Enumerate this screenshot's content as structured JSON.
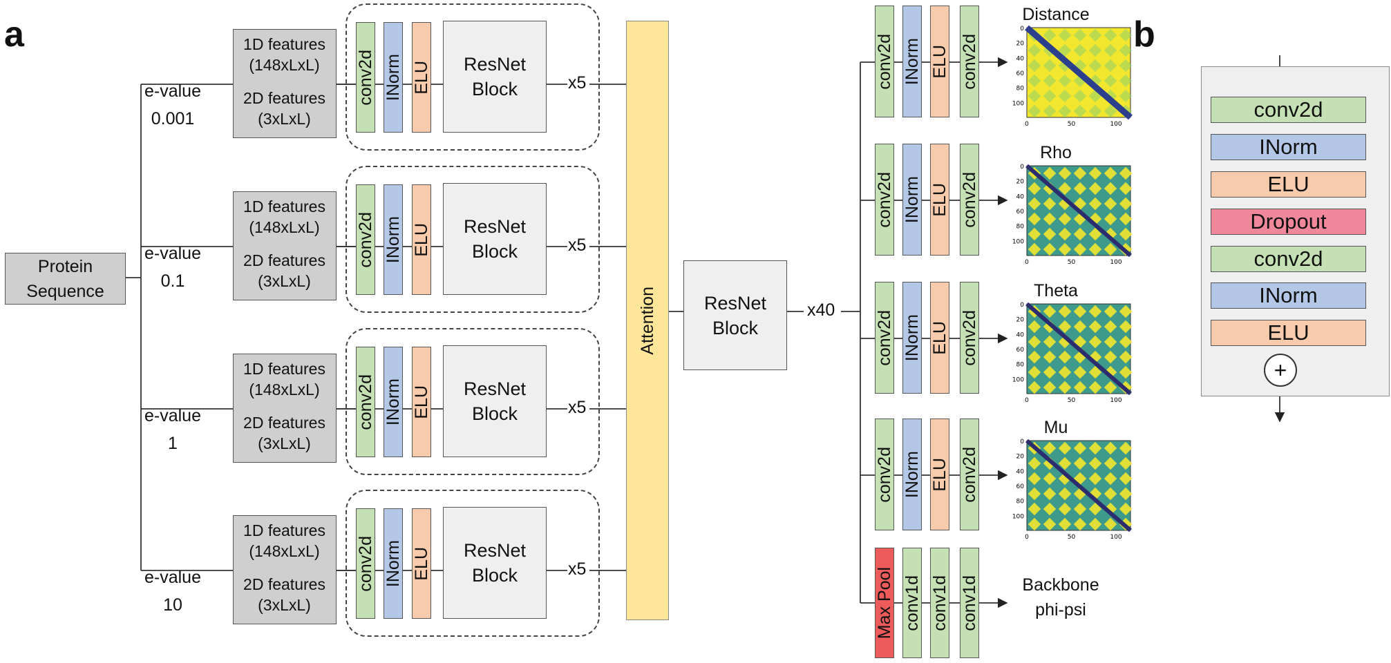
{
  "panels": {
    "a": "a",
    "b": "b"
  },
  "input": {
    "label_line1": "Protein",
    "label_line2": "Sequence"
  },
  "branches": [
    {
      "evalue_label": "e-value",
      "evalue": "0.001",
      "feat1_line1": "1D features",
      "feat1_line2": "(148xLxL)",
      "feat2_line1": "2D features",
      "feat2_line2": "(3xLxL)",
      "conv": "conv2d",
      "norm": "INorm",
      "act": "ELU",
      "block_line1": "ResNet",
      "block_line2": "Block",
      "repeat": "x5"
    },
    {
      "evalue_label": "e-value",
      "evalue": "0.1",
      "feat1_line1": "1D features",
      "feat1_line2": "(148xLxL)",
      "feat2_line1": "2D features",
      "feat2_line2": "(3xLxL)",
      "conv": "conv2d",
      "norm": "INorm",
      "act": "ELU",
      "block_line1": "ResNet",
      "block_line2": "Block",
      "repeat": "x5"
    },
    {
      "evalue_label": "e-value",
      "evalue": "1",
      "feat1_line1": "1D features",
      "feat1_line2": "(148xLxL)",
      "feat2_line1": "2D features",
      "feat2_line2": "(3xLxL)",
      "conv": "conv2d",
      "norm": "INorm",
      "act": "ELU",
      "block_line1": "ResNet",
      "block_line2": "Block",
      "repeat": "x5"
    },
    {
      "evalue_label": "e-value",
      "evalue": "10",
      "feat1_line1": "1D features",
      "feat1_line2": "(148xLxL)",
      "feat2_line1": "2D features",
      "feat2_line2": "(3xLxL)",
      "conv": "conv2d",
      "norm": "INorm",
      "act": "ELU",
      "block_line1": "ResNet",
      "block_line2": "Block",
      "repeat": "x5"
    }
  ],
  "attention": "Attention",
  "trunk": {
    "block_line1": "ResNet",
    "block_line2": "Block",
    "repeat": "x40"
  },
  "heads": [
    {
      "title": "Distance",
      "layers": [
        "conv2d",
        "INorm",
        "ELU",
        "conv2d"
      ],
      "colors": [
        "green",
        "blue",
        "orange",
        "green"
      ],
      "map_style": "distance"
    },
    {
      "title": "Rho",
      "layers": [
        "conv2d",
        "INorm",
        "ELU",
        "conv2d"
      ],
      "colors": [
        "green",
        "blue",
        "orange",
        "green"
      ],
      "map_style": "angle"
    },
    {
      "title": "Theta",
      "layers": [
        "conv2d",
        "INorm",
        "ELU",
        "conv2d"
      ],
      "colors": [
        "green",
        "blue",
        "orange",
        "green"
      ],
      "map_style": "angle2"
    },
    {
      "title": "Mu",
      "layers": [
        "conv2d",
        "INorm",
        "ELU",
        "conv2d"
      ],
      "colors": [
        "green",
        "blue",
        "orange",
        "green"
      ],
      "map_style": "angle3"
    }
  ],
  "map_ticks": {
    "y": [
      "0",
      "20",
      "40",
      "60",
      "80",
      "100"
    ],
    "x": [
      "0",
      "50",
      "100"
    ]
  },
  "backbone_head": {
    "layers": [
      "Max Pool",
      "conv1d",
      "conv1d",
      "conv1d"
    ],
    "colors": [
      "red",
      "green",
      "green",
      "green"
    ],
    "title_line1": "Backbone",
    "title_line2": "phi-psi"
  },
  "resnet_detail": {
    "layers": [
      "conv2d",
      "INorm",
      "ELU",
      "Dropout",
      "conv2d",
      "INorm",
      "ELU"
    ],
    "colors": [
      "green",
      "blue",
      "orange",
      "pink",
      "green",
      "blue",
      "orange"
    ],
    "sum_symbol": "+"
  },
  "palette": {
    "green": "#c5e0b4",
    "blue": "#b4c7e7",
    "orange": "#f8cbad",
    "pink": "#f0879a",
    "red": "#ee5b5b",
    "yellow": "#fde699",
    "gray": "#cfcfcf",
    "light": "#efefef"
  }
}
